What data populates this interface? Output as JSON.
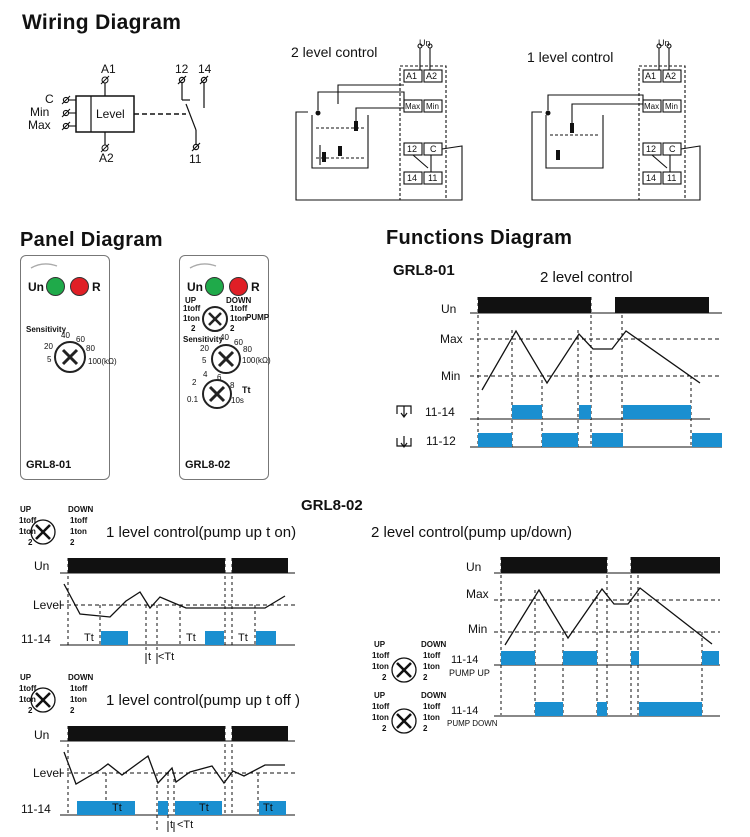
{
  "colors": {
    "pulse": "#1a8fd0",
    "black": "#111111",
    "led_green": "#1faa4a",
    "led_red": "#e01f26"
  },
  "wiring": {
    "title": "Wiring Diagram",
    "terminal_a1": "A1",
    "terminal_a2": "A2",
    "input_c": "C",
    "input_min": "Min",
    "input_max": "Max",
    "level_box": "Level",
    "contact_12": "12",
    "contact_14": "14",
    "contact_11": "11",
    "two_level_title": "2 level control",
    "one_level_title": "1 level control",
    "un": "Un",
    "box_a1": "A1",
    "box_a2": "A2",
    "box_max": "Max",
    "box_min": "Min",
    "box_12": "12",
    "box_c": "C",
    "box_14": "14",
    "box_11": "11"
  },
  "panel": {
    "title": "Panel Diagram",
    "un_label": "Un",
    "r_label": "R",
    "sensitivity": "Sensitivity",
    "scale": [
      "40",
      "60",
      "20",
      "80",
      "5",
      "100(kΩ)"
    ],
    "scale_b": [
      "40",
      "60",
      "20",
      "80",
      "5",
      "100(kΩ)"
    ],
    "up": "UP",
    "down": "DOWN",
    "pump": "PUMP",
    "mode_left": [
      "1toff",
      "1ton",
      "2"
    ],
    "mode_right": [
      "1toff",
      "1ton",
      "2"
    ],
    "time_scale": [
      "4",
      "6",
      "2",
      "8",
      "0.1",
      "10s"
    ],
    "tt": "Tt",
    "model_a": "GRL8-01",
    "model_b": "GRL8-02"
  },
  "functions": {
    "title": "Functions Diagram",
    "model": "GRL8-01",
    "subtitle": "2 level control",
    "rows": {
      "un": "Un",
      "max": "Max",
      "min": "Min",
      "r1114": "11-14",
      "r1112": "11-12"
    }
  },
  "grl802": {
    "title": "GRL8-02",
    "one_level_on": "1 level control(pump up t on)",
    "one_level_off": "1 level control(pump up t off )",
    "two_level": "2 level control(pump up/down)",
    "un": "Un",
    "level": "Level",
    "r1114": "11-14",
    "tt": "Tt",
    "t": "t",
    "lt_tt": "<Tt",
    "max": "Max",
    "min": "Min",
    "pump_up": "PUMP UP",
    "pump_down": "PUMP DOWN",
    "up": "UP",
    "down": "DOWN",
    "sw_left": [
      "1toff",
      "1ton",
      "2"
    ],
    "sw_right": [
      "1toff",
      "1ton",
      "2"
    ]
  }
}
